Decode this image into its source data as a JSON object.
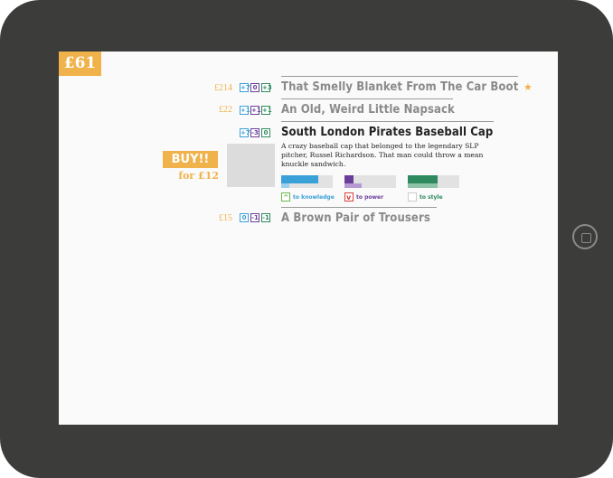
{
  "money": "£61",
  "items": [
    {
      "price": "£214",
      "stats": [
        "+7",
        "0",
        "+3"
      ],
      "name": "That Smelly Blanket From The Car Boot",
      "starred": true
    },
    {
      "price": "£22",
      "stats": [
        "+1",
        "+1",
        "+1"
      ],
      "name": "An Old, Weird Little Napsack",
      "starred": false
    },
    {
      "price": "",
      "stats": [
        "+7",
        "-3",
        "0"
      ],
      "name": "South London Pirates Baseball Cap",
      "starred": false
    },
    {
      "price": "£15",
      "stats": [
        "0",
        "-1",
        "-1"
      ],
      "name": "A Brown Pair of Trousers",
      "starred": false
    }
  ],
  "selected": {
    "buy_label": "BUY!!",
    "buy_price": "for £12",
    "description": "A crazy baseball cap that belonged to the legendary SLP pitcher, Russel Richardson. That man could throw a mean knuckle sandwich.",
    "bars": [
      {
        "key": "knowledge",
        "level": 0.72,
        "preview": 0.15,
        "color": "#3aa0d8",
        "preview_color": "#9fcfee"
      },
      {
        "key": "power",
        "level": 0.18,
        "preview": 0.34,
        "color": "#6b3d9a",
        "preview_color": "#b79ad3"
      },
      {
        "key": "style",
        "level": 0.58,
        "preview": 0.58,
        "color": "#2e8a5e",
        "preview_color": "#8ec3a8"
      }
    ],
    "effects": [
      {
        "label": "to knowledge",
        "direction": "up",
        "color": "#3aa0d8",
        "box": "#6db94b"
      },
      {
        "label": "to power",
        "direction": "down",
        "color": "#6b3d9a",
        "box": "#d9423b"
      },
      {
        "label": "to style",
        "direction": "none",
        "color": "#2e8a5e",
        "box": "#cccccc"
      }
    ]
  },
  "icons": {
    "star": "star-icon",
    "home": "home-button-icon"
  },
  "colors": {
    "accent": "#f0b24a",
    "frame": "#3c3c3b"
  }
}
